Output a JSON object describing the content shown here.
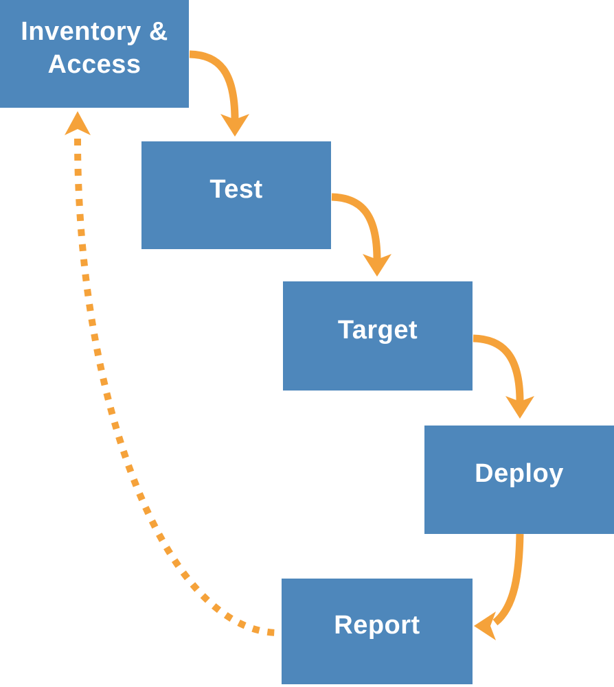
{
  "diagram": {
    "type": "flowchart",
    "boxes": [
      {
        "id": "inventory-access",
        "label": "Inventory & Access"
      },
      {
        "id": "test",
        "label": "Test"
      },
      {
        "id": "target",
        "label": "Target"
      },
      {
        "id": "deploy",
        "label": "Deploy"
      },
      {
        "id": "report",
        "label": "Report"
      }
    ],
    "connections": [
      {
        "from": "Inventory & Access",
        "to": "Test",
        "style": "solid-curved-arrow"
      },
      {
        "from": "Test",
        "to": "Target",
        "style": "solid-curved-arrow"
      },
      {
        "from": "Target",
        "to": "Deploy",
        "style": "solid-curved-arrow"
      },
      {
        "from": "Deploy",
        "to": "Report",
        "style": "solid-curved-arrow"
      },
      {
        "from": "Report",
        "to": "Inventory & Access",
        "style": "dashed-curved-arrow"
      }
    ],
    "colors": {
      "box_fill": "#4E87BB",
      "box_text": "#FFFFFF",
      "arrow": "#F5A23A",
      "background": "#FFFFFF"
    }
  }
}
